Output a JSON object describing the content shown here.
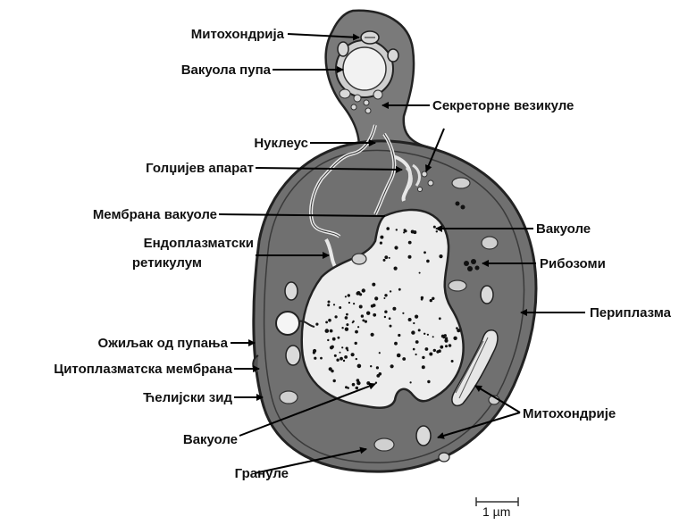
{
  "labels": {
    "mitohondrija": "Митохондрија",
    "vakuola_pupa": "Вакуола пупа",
    "sekretorne_vezikule": "Секреторне везикуле",
    "nukleus": "Нуклеус",
    "goldzijev_aparat": "Голџијев апарат",
    "membrana_vakuole": "Мембрана вакуоле",
    "endoplazmatski_1": "Ендоплазматски",
    "endoplazmatski_2": "ретикулум",
    "vakuole_right": "Вакуоле",
    "ribozomi": "Рибозоми",
    "periplazma": "Периплазма",
    "oziljak": "Ожиљак од пупања",
    "citoplazmatska_membrana": "Цитоплазматска мембрана",
    "celijski_zid": "Ћелијски зид",
    "vakuole_bottom": "Вакуоле",
    "mitohondrije": "Митохондрије",
    "granule": "Грануле"
  },
  "scale_bar": {
    "label": "1 µm"
  }
}
